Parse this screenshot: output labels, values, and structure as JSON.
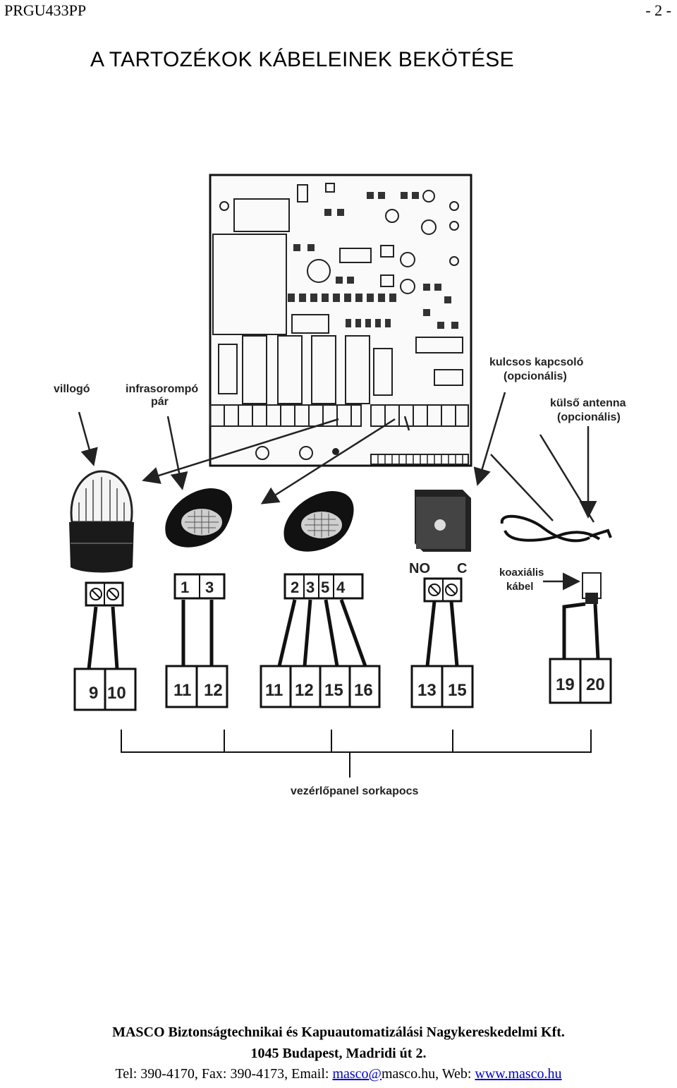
{
  "header": {
    "doc_id": "PRGU433PP",
    "page": "- 2 -"
  },
  "title": "A TARTOZÉKOK KÁBELEINEK BEKÖTÉSE",
  "labels": {
    "villogo": "villogó",
    "infra_1": "infrasorompó",
    "infra_2": "pár",
    "kulcsos_1": "kulcsos kapcsoló",
    "kulcsos_2": "(opcionális)",
    "antenna_1": "külső antenna",
    "antenna_2": "(opcionális)",
    "coax_1": "koaxiális",
    "coax_2": "kábel",
    "no": "NO",
    "c": "C",
    "sorkapocs": "vezérlőpanel sorkapocs"
  },
  "device_terminals": {
    "rx": [
      "1",
      "3"
    ],
    "tx": [
      "2",
      "3",
      "5",
      "4"
    ]
  },
  "panel_terminals": {
    "villogo": [
      "9",
      "10"
    ],
    "rx": [
      "11",
      "12"
    ],
    "tx": [
      "11",
      "12",
      "15",
      "16"
    ],
    "key": [
      "13",
      "15"
    ],
    "antenna": [
      "19",
      "20"
    ]
  },
  "footer": {
    "company": "MASCO Biztonságtechnikai és Kapuautomatizálási Nagykereskedelmi Kft.",
    "address": "1045 Budapest, Madridi út 2.",
    "contact_prefix": "Tel: 390-4170, Fax: 390-4173, Email: ",
    "email_user": "masco@",
    "email_domain": "masco.hu, Web: ",
    "web": "www.masco.hu"
  }
}
